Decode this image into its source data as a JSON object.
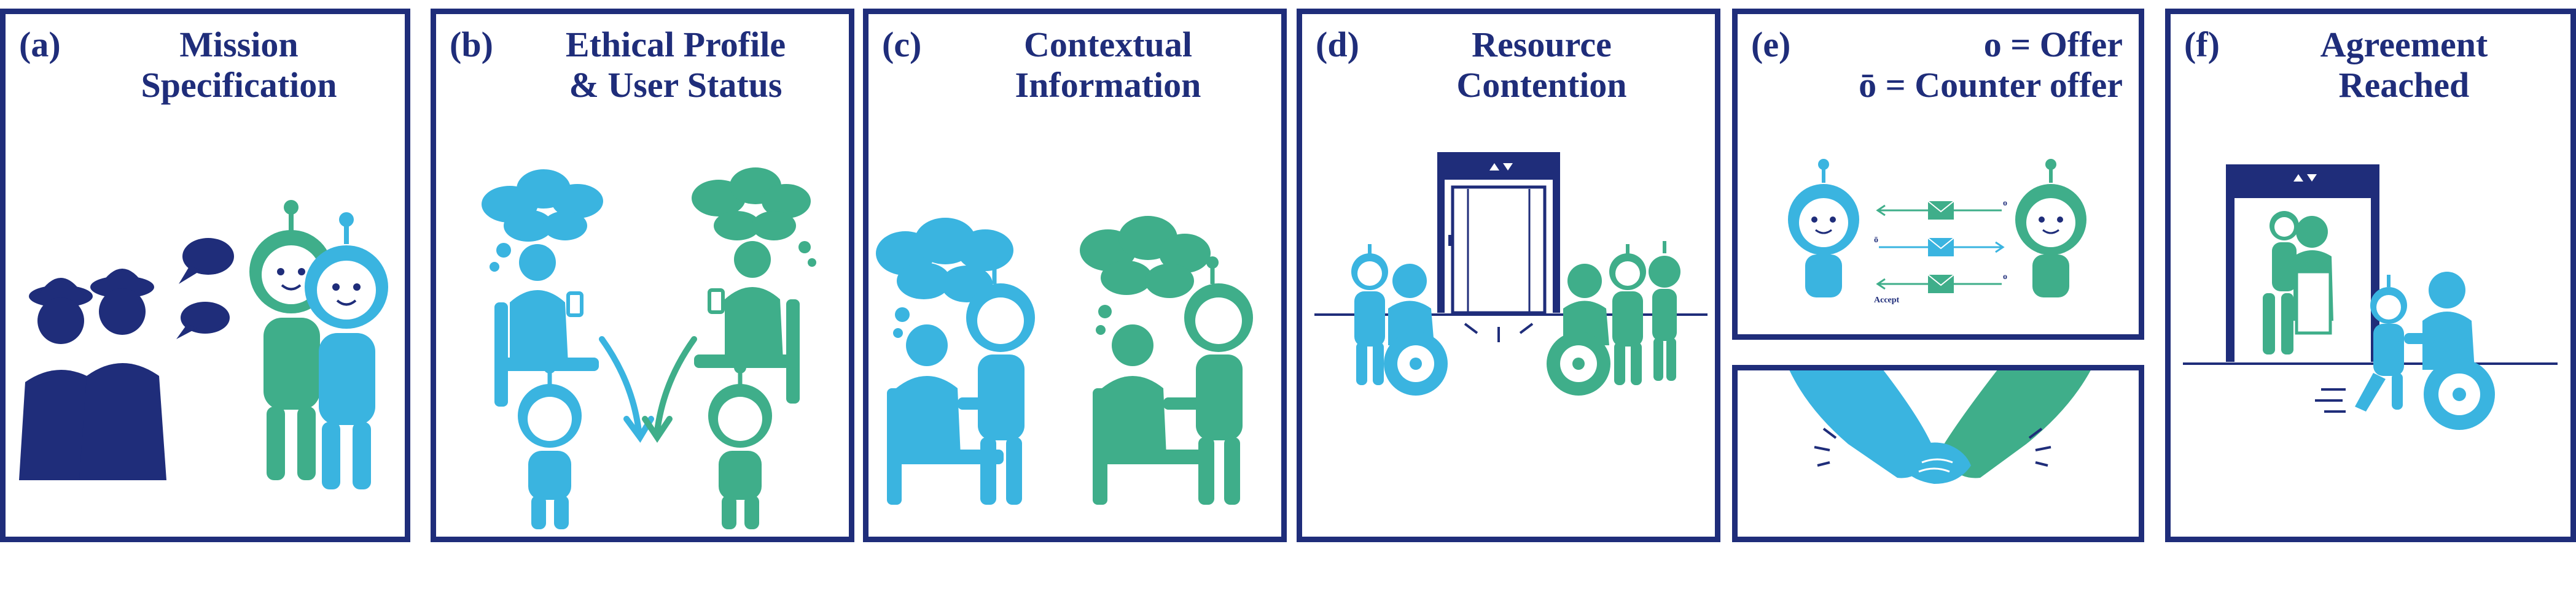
{
  "panels": [
    {
      "letter": "(a)",
      "title_lines": [
        "Mission",
        "Specification"
      ]
    },
    {
      "letter": "(b)",
      "title_lines": [
        "Ethical Profile",
        "& User Status"
      ]
    },
    {
      "letter": "(c)",
      "title_lines": [
        "Contextual",
        "Information"
      ]
    },
    {
      "letter": "(d)",
      "title_lines": [
        "Resource",
        "Contention"
      ]
    },
    {
      "letter": "(e)",
      "title_lines": [
        "o = Offer",
        "ō = Counter offer"
      ],
      "labels": {
        "offer": "o",
        "counter": "ō",
        "accept": "Accept"
      }
    },
    {
      "letter": "(f)",
      "title_lines": [
        "Agreement",
        "Reached"
      ]
    }
  ],
  "colors": {
    "navy": "#1f2d7a",
    "blue": "#3ab4e0",
    "green": "#3fae8a"
  }
}
